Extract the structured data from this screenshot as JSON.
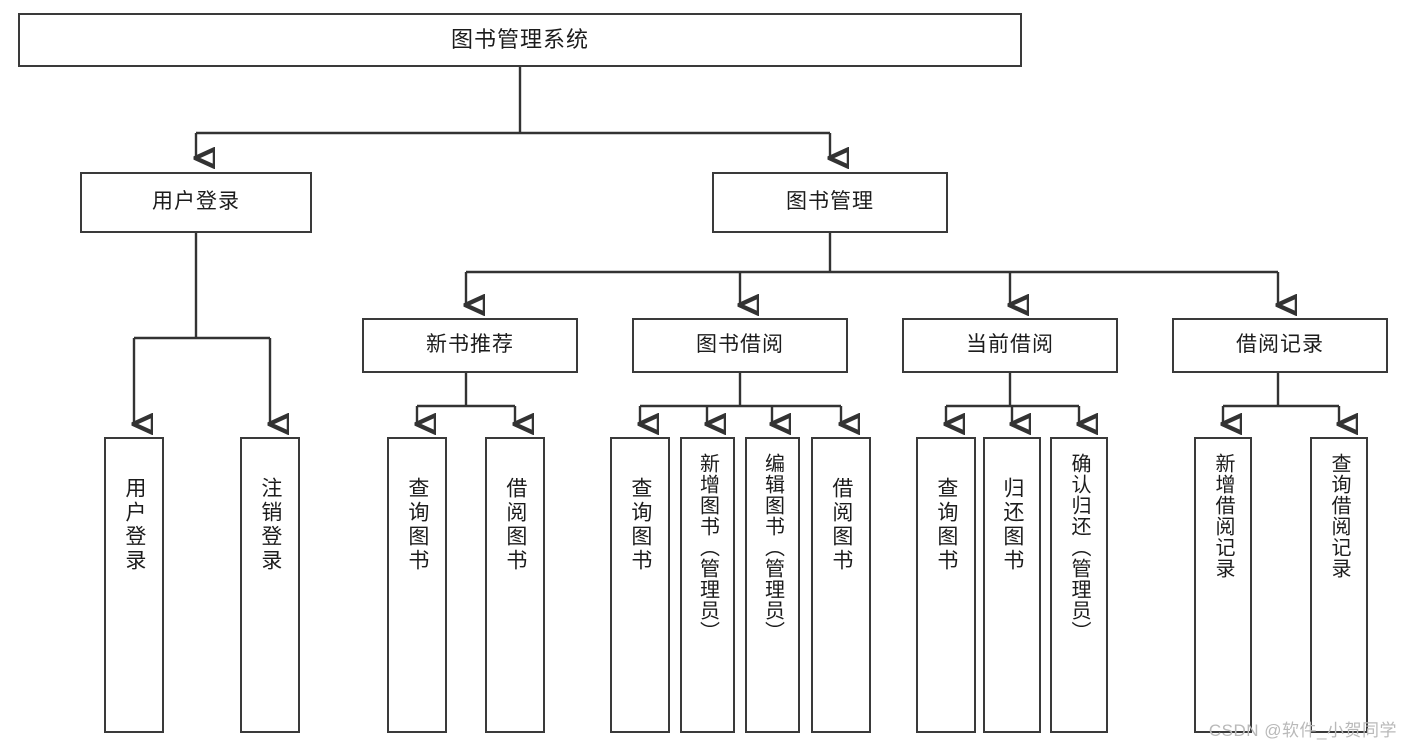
{
  "diagram": {
    "type": "tree-hierarchy-chart",
    "title_node": {
      "label": "图书管理系统"
    },
    "level2": [
      {
        "id": "user-login",
        "label": "用户登录"
      },
      {
        "id": "book-management",
        "label": "图书管理"
      }
    ],
    "level3": [
      {
        "id": "new-book-recommend",
        "label": "新书推荐"
      },
      {
        "id": "book-borrow",
        "label": "图书借阅"
      },
      {
        "id": "current-borrow",
        "label": "当前借阅"
      },
      {
        "id": "borrow-record",
        "label": "借阅记录"
      }
    ],
    "leaves": [
      {
        "id": "leaf-user-login",
        "label": "用户登录",
        "parent": "user-login"
      },
      {
        "id": "leaf-logout-login",
        "label": "注销登录",
        "parent": "user-login"
      },
      {
        "id": "leaf-query-book-1",
        "label": "查询图书",
        "parent": "new-book-recommend"
      },
      {
        "id": "leaf-borrow-book-1",
        "label": "借阅图书",
        "parent": "new-book-recommend"
      },
      {
        "id": "leaf-query-book-2",
        "label": "查询图书",
        "parent": "book-borrow"
      },
      {
        "id": "leaf-add-book-admin",
        "label": "新增图书（管理员）",
        "parent": "book-borrow"
      },
      {
        "id": "leaf-edit-book-admin",
        "label": "编辑图书（管理员）",
        "parent": "book-borrow"
      },
      {
        "id": "leaf-borrow-book-2",
        "label": "借阅图书",
        "parent": "book-borrow"
      },
      {
        "id": "leaf-query-book-3",
        "label": "查询图书",
        "parent": "current-borrow"
      },
      {
        "id": "leaf-return-book",
        "label": "归还图书",
        "parent": "current-borrow"
      },
      {
        "id": "leaf-confirm-return-admin",
        "label": "确认归还（管理员）",
        "parent": "current-borrow"
      },
      {
        "id": "leaf-add-borrow-record",
        "label": "新增借阅记录",
        "parent": "borrow-record"
      },
      {
        "id": "leaf-query-borrow-record",
        "label": "查询借阅记录",
        "parent": "borrow-record"
      }
    ]
  },
  "watermark": {
    "text": "CSDN @软件_小贺同学"
  },
  "colors": {
    "background": "#ffffff",
    "box_border": "#3a3a3a",
    "connector": "#333333",
    "text": "#1c1c1c",
    "watermark": "#b9b9b9"
  }
}
